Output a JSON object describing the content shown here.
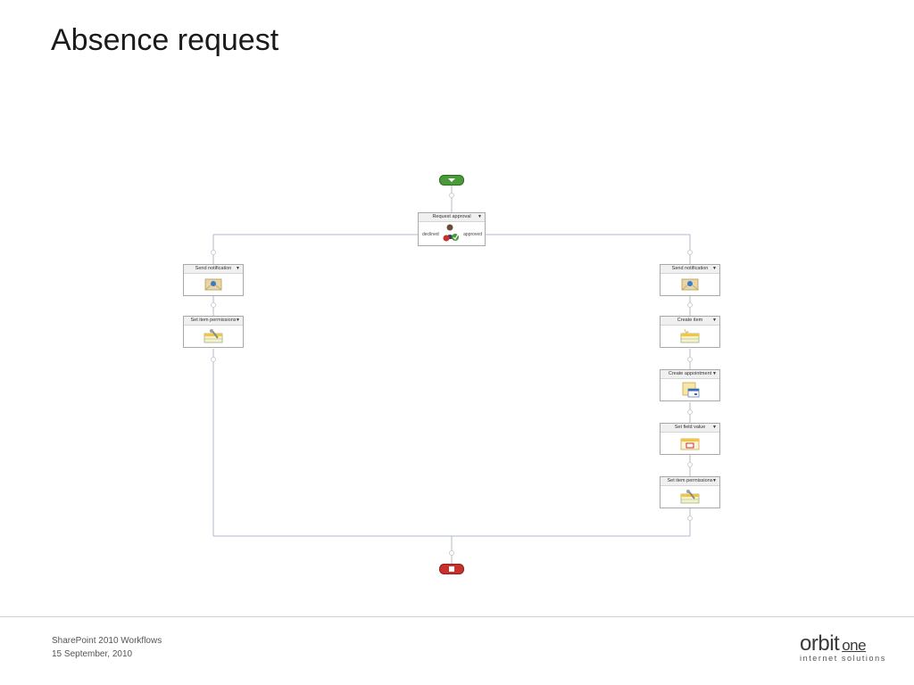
{
  "slide": {
    "title": "Absence request",
    "footer_title": "SharePoint 2010 Workflows",
    "footer_date": "15 September, 2010"
  },
  "logo": {
    "brand": "orbit",
    "brand_suffix": "one",
    "tagline": "internet solutions"
  },
  "workflow": {
    "approval": {
      "label": "Request approval",
      "declined": "declined",
      "approved": "approved"
    },
    "left_branch": [
      "Send notification",
      "Set item permissions"
    ],
    "right_branch": [
      "Send notification",
      "Create item",
      "Create appointment",
      "Set field value",
      "Set item permissions"
    ],
    "colors": {
      "start": "#4a9a3a",
      "end": "#c8312d",
      "connector": "#a9b4c8"
    }
  }
}
